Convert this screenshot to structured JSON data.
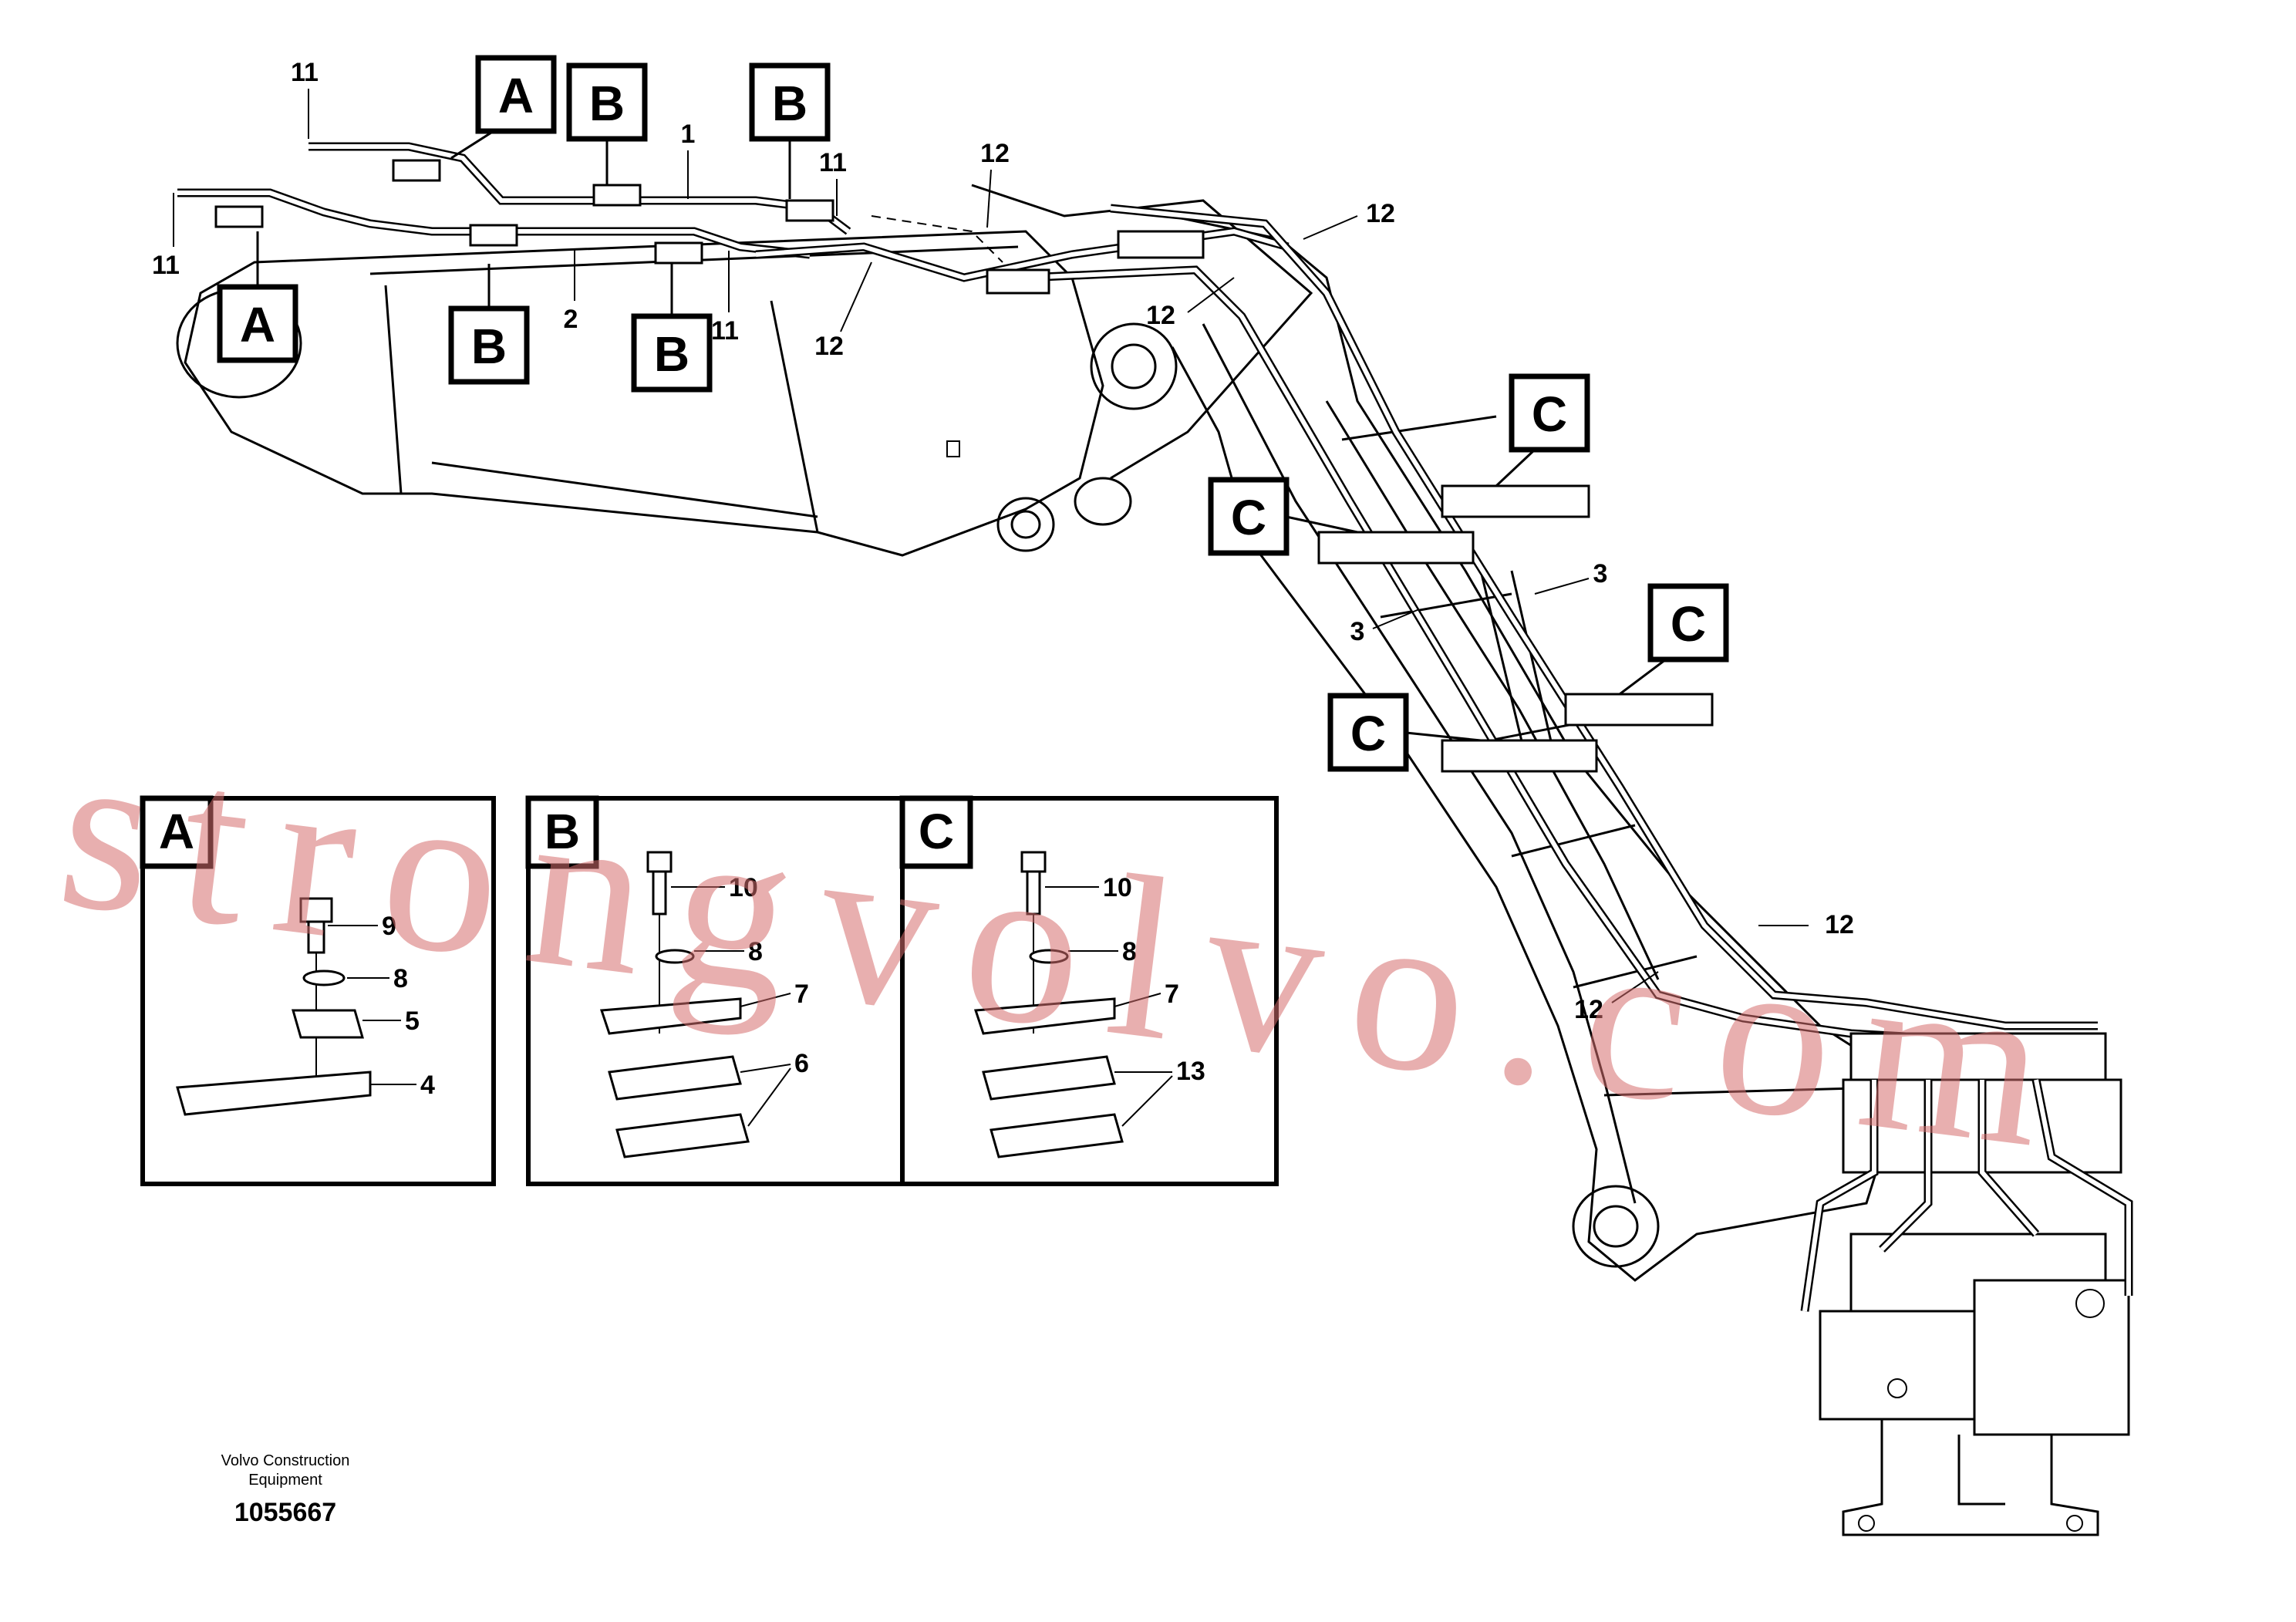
{
  "callouts": {
    "A": "A",
    "B": "B",
    "C": "C"
  },
  "numbers": {
    "n1": "1",
    "n2": "2",
    "n3": "3",
    "n4": "4",
    "n5": "5",
    "n6": "6",
    "n7": "7",
    "n8": "8",
    "n9": "9",
    "n10": "10",
    "n11": "11",
    "n12": "12",
    "n13": "13"
  },
  "footer": {
    "company_line1": "Volvo Construction",
    "company_line2": "Equipment",
    "drawing_number": "1055667"
  },
  "watermark": "strongvolvo.com"
}
